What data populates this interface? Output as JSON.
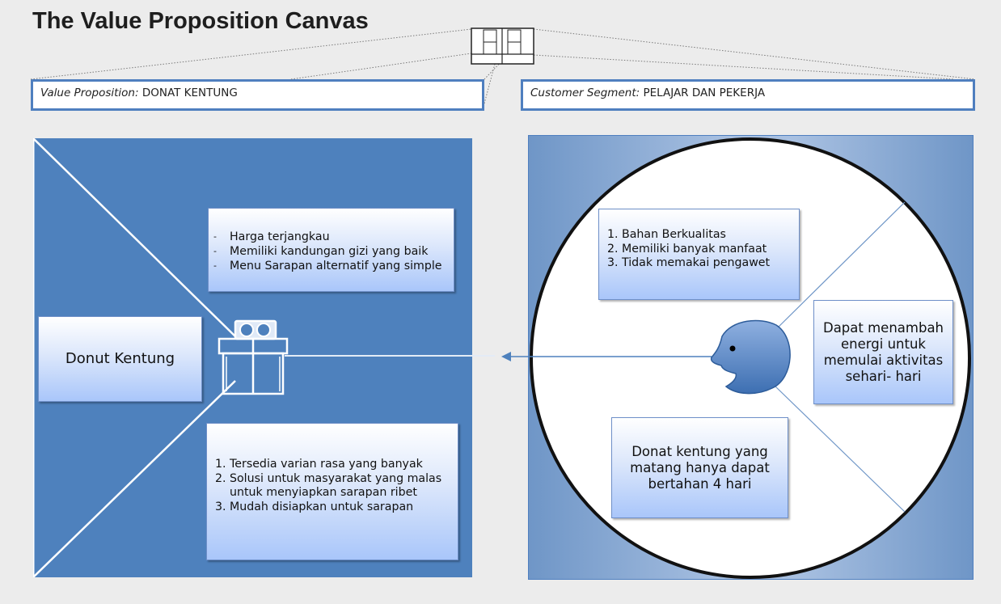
{
  "title": "The Value Proposition Canvas",
  "value_proposition": {
    "label": "Value Proposition:",
    "value": "DONAT KENTUNG",
    "product": "Donut Kentung",
    "gain_creators": [
      "Harga terjangkau",
      "Memiliki kandungan gizi yang baik",
      "Menu Sarapan alternatif yang simple"
    ],
    "pain_relievers": [
      "Tersedia varian rasa yang banyak",
      "Solusi untuk masyarakat yang malas untuk menyiapkan sarapan ribet",
      "Mudah disiapkan untuk sarapan"
    ]
  },
  "customer_segment": {
    "label": "Customer Segment:",
    "value": "PELAJAR DAN PEKERJA",
    "gains": [
      "Bahan Berkualitas",
      "Memiliki banyak manfaat",
      "Tidak memakai pengawet"
    ],
    "jobs": "Dapat menambah energi untuk memulai aktivitas sehari- hari",
    "pains": "Donat kentung yang matang hanya dapat bertahan 4 hari"
  },
  "colors": {
    "panel_blue": "#4e81bd",
    "border_blue": "#4f7fbf",
    "background": "#ececec"
  },
  "icons": {
    "product": "gift-box-icon",
    "customer": "face-profile-icon",
    "canvas": "canvas-thumbnail-icon"
  }
}
